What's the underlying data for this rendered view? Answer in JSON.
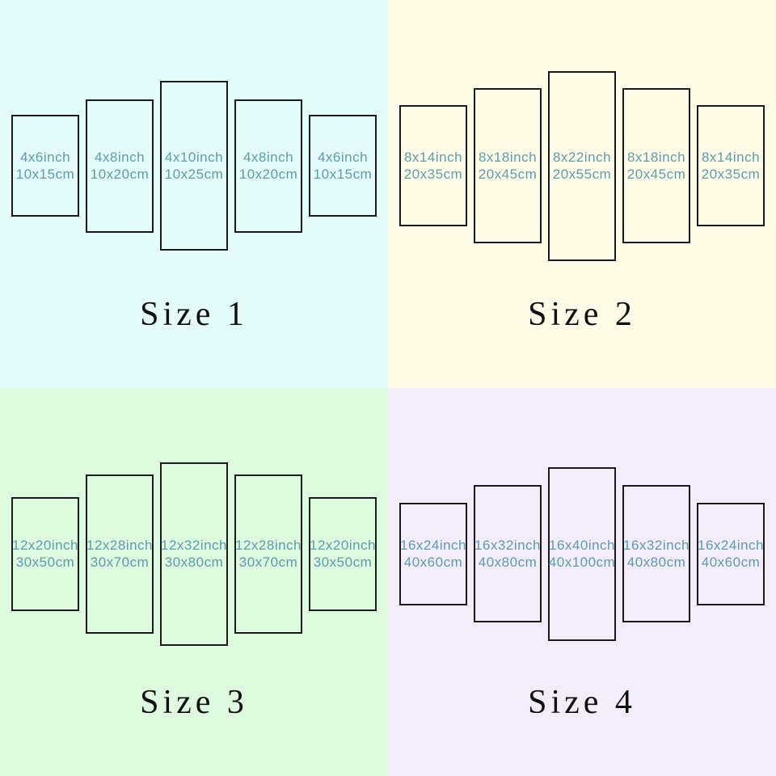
{
  "colors": {
    "quadrant1_bg": "#e3fbf9",
    "quadrant2_bg": "#fefce7",
    "quadrant3_bg": "#ddfade",
    "quadrant4_bg": "#f2edf8",
    "panel_border": "#1b1b1b",
    "panel_text": "#5d9cae",
    "label_text": "#111111"
  },
  "quadrants": [
    {
      "label": "Size 1",
      "bg": "#e3fbf9",
      "panels": [
        {
          "inch": "4x6inch",
          "cm": "10x15cm"
        },
        {
          "inch": "4x8inch",
          "cm": "10x20cm"
        },
        {
          "inch": "4x10inch",
          "cm": "10x25cm"
        },
        {
          "inch": "4x8inch",
          "cm": "10x20cm"
        },
        {
          "inch": "4x6inch",
          "cm": "10x15cm"
        }
      ]
    },
    {
      "label": "Size 2",
      "bg": "#fefce7",
      "panels": [
        {
          "inch": "8x14inch",
          "cm": "20x35cm"
        },
        {
          "inch": "8x18inch",
          "cm": "20x45cm"
        },
        {
          "inch": "8x22inch",
          "cm": "20x55cm"
        },
        {
          "inch": "8x18inch",
          "cm": "20x45cm"
        },
        {
          "inch": "8x14inch",
          "cm": "20x35cm"
        }
      ]
    },
    {
      "label": "Size 3",
      "bg": "#ddfade",
      "panels": [
        {
          "inch": "12x20inch",
          "cm": "30x50cm"
        },
        {
          "inch": "12x28inch",
          "cm": "30x70cm"
        },
        {
          "inch": "12x32inch",
          "cm": "30x80cm"
        },
        {
          "inch": "12x28inch",
          "cm": "30x70cm"
        },
        {
          "inch": "12x20inch",
          "cm": "30x50cm"
        }
      ]
    },
    {
      "label": "Size 4",
      "bg": "#f2edf8",
      "panels": [
        {
          "inch": "16x24inch",
          "cm": "40x60cm"
        },
        {
          "inch": "16x32inch",
          "cm": "40x80cm"
        },
        {
          "inch": "16x40inch",
          "cm": "40x100cm"
        },
        {
          "inch": "16x32inch",
          "cm": "40x80cm"
        },
        {
          "inch": "16x24inch",
          "cm": "40x60cm"
        }
      ]
    }
  ]
}
